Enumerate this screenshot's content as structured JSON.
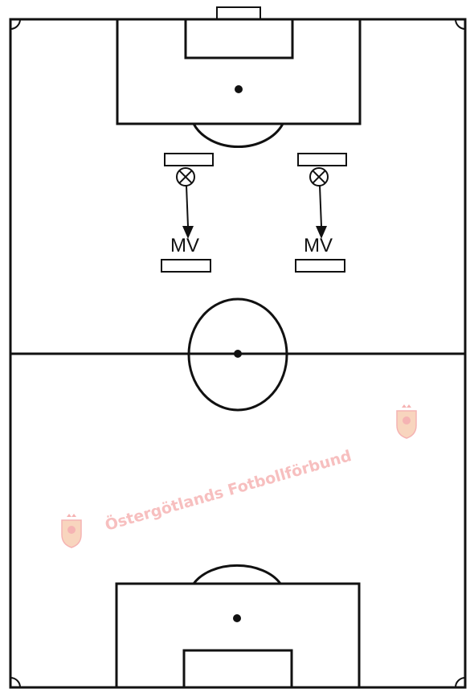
{
  "diagram": {
    "players": [
      {
        "label": "MV"
      },
      {
        "label": "MV"
      }
    ],
    "watermark": {
      "text": "Östergötlands Fotbollförbund",
      "logo": "crest-icon"
    },
    "colors": {
      "lines": "#111111",
      "watermark": "#f29a9a"
    }
  }
}
